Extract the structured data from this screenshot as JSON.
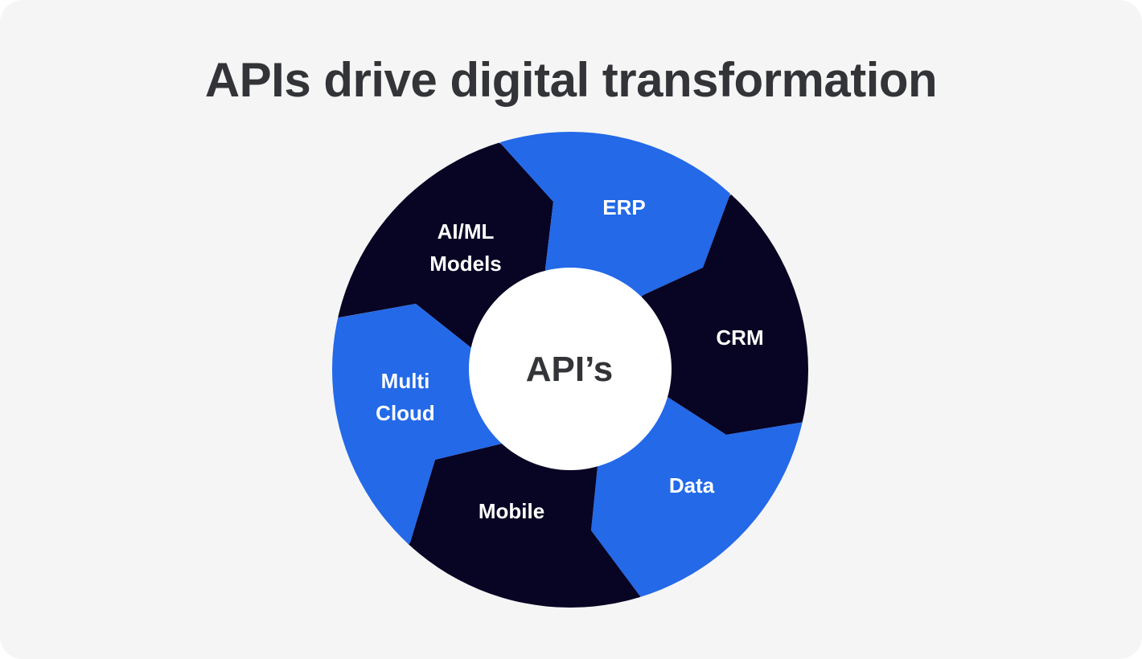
{
  "title": "APIs drive digital transformation",
  "center": {
    "label": "API’s"
  },
  "colors": {
    "background": "#f5f5f6",
    "title_text": "#333437",
    "dark_segment": "#080424",
    "blue_segment": "#2369e8",
    "center_fill": "#ffffff",
    "segment_text": "#ffffff"
  },
  "segments": [
    {
      "id": "erp",
      "lines": [
        "ERP"
      ],
      "color": "blue"
    },
    {
      "id": "crm",
      "lines": [
        "CRM"
      ],
      "color": "dark"
    },
    {
      "id": "data",
      "lines": [
        "Data"
      ],
      "color": "blue"
    },
    {
      "id": "mobile",
      "lines": [
        "Mobile"
      ],
      "color": "dark"
    },
    {
      "id": "multi-cloud",
      "lines": [
        "Multi",
        "Cloud"
      ],
      "color": "blue"
    },
    {
      "id": "ai-ml-models",
      "lines": [
        "AI/ML",
        "Models"
      ],
      "color": "dark"
    }
  ]
}
